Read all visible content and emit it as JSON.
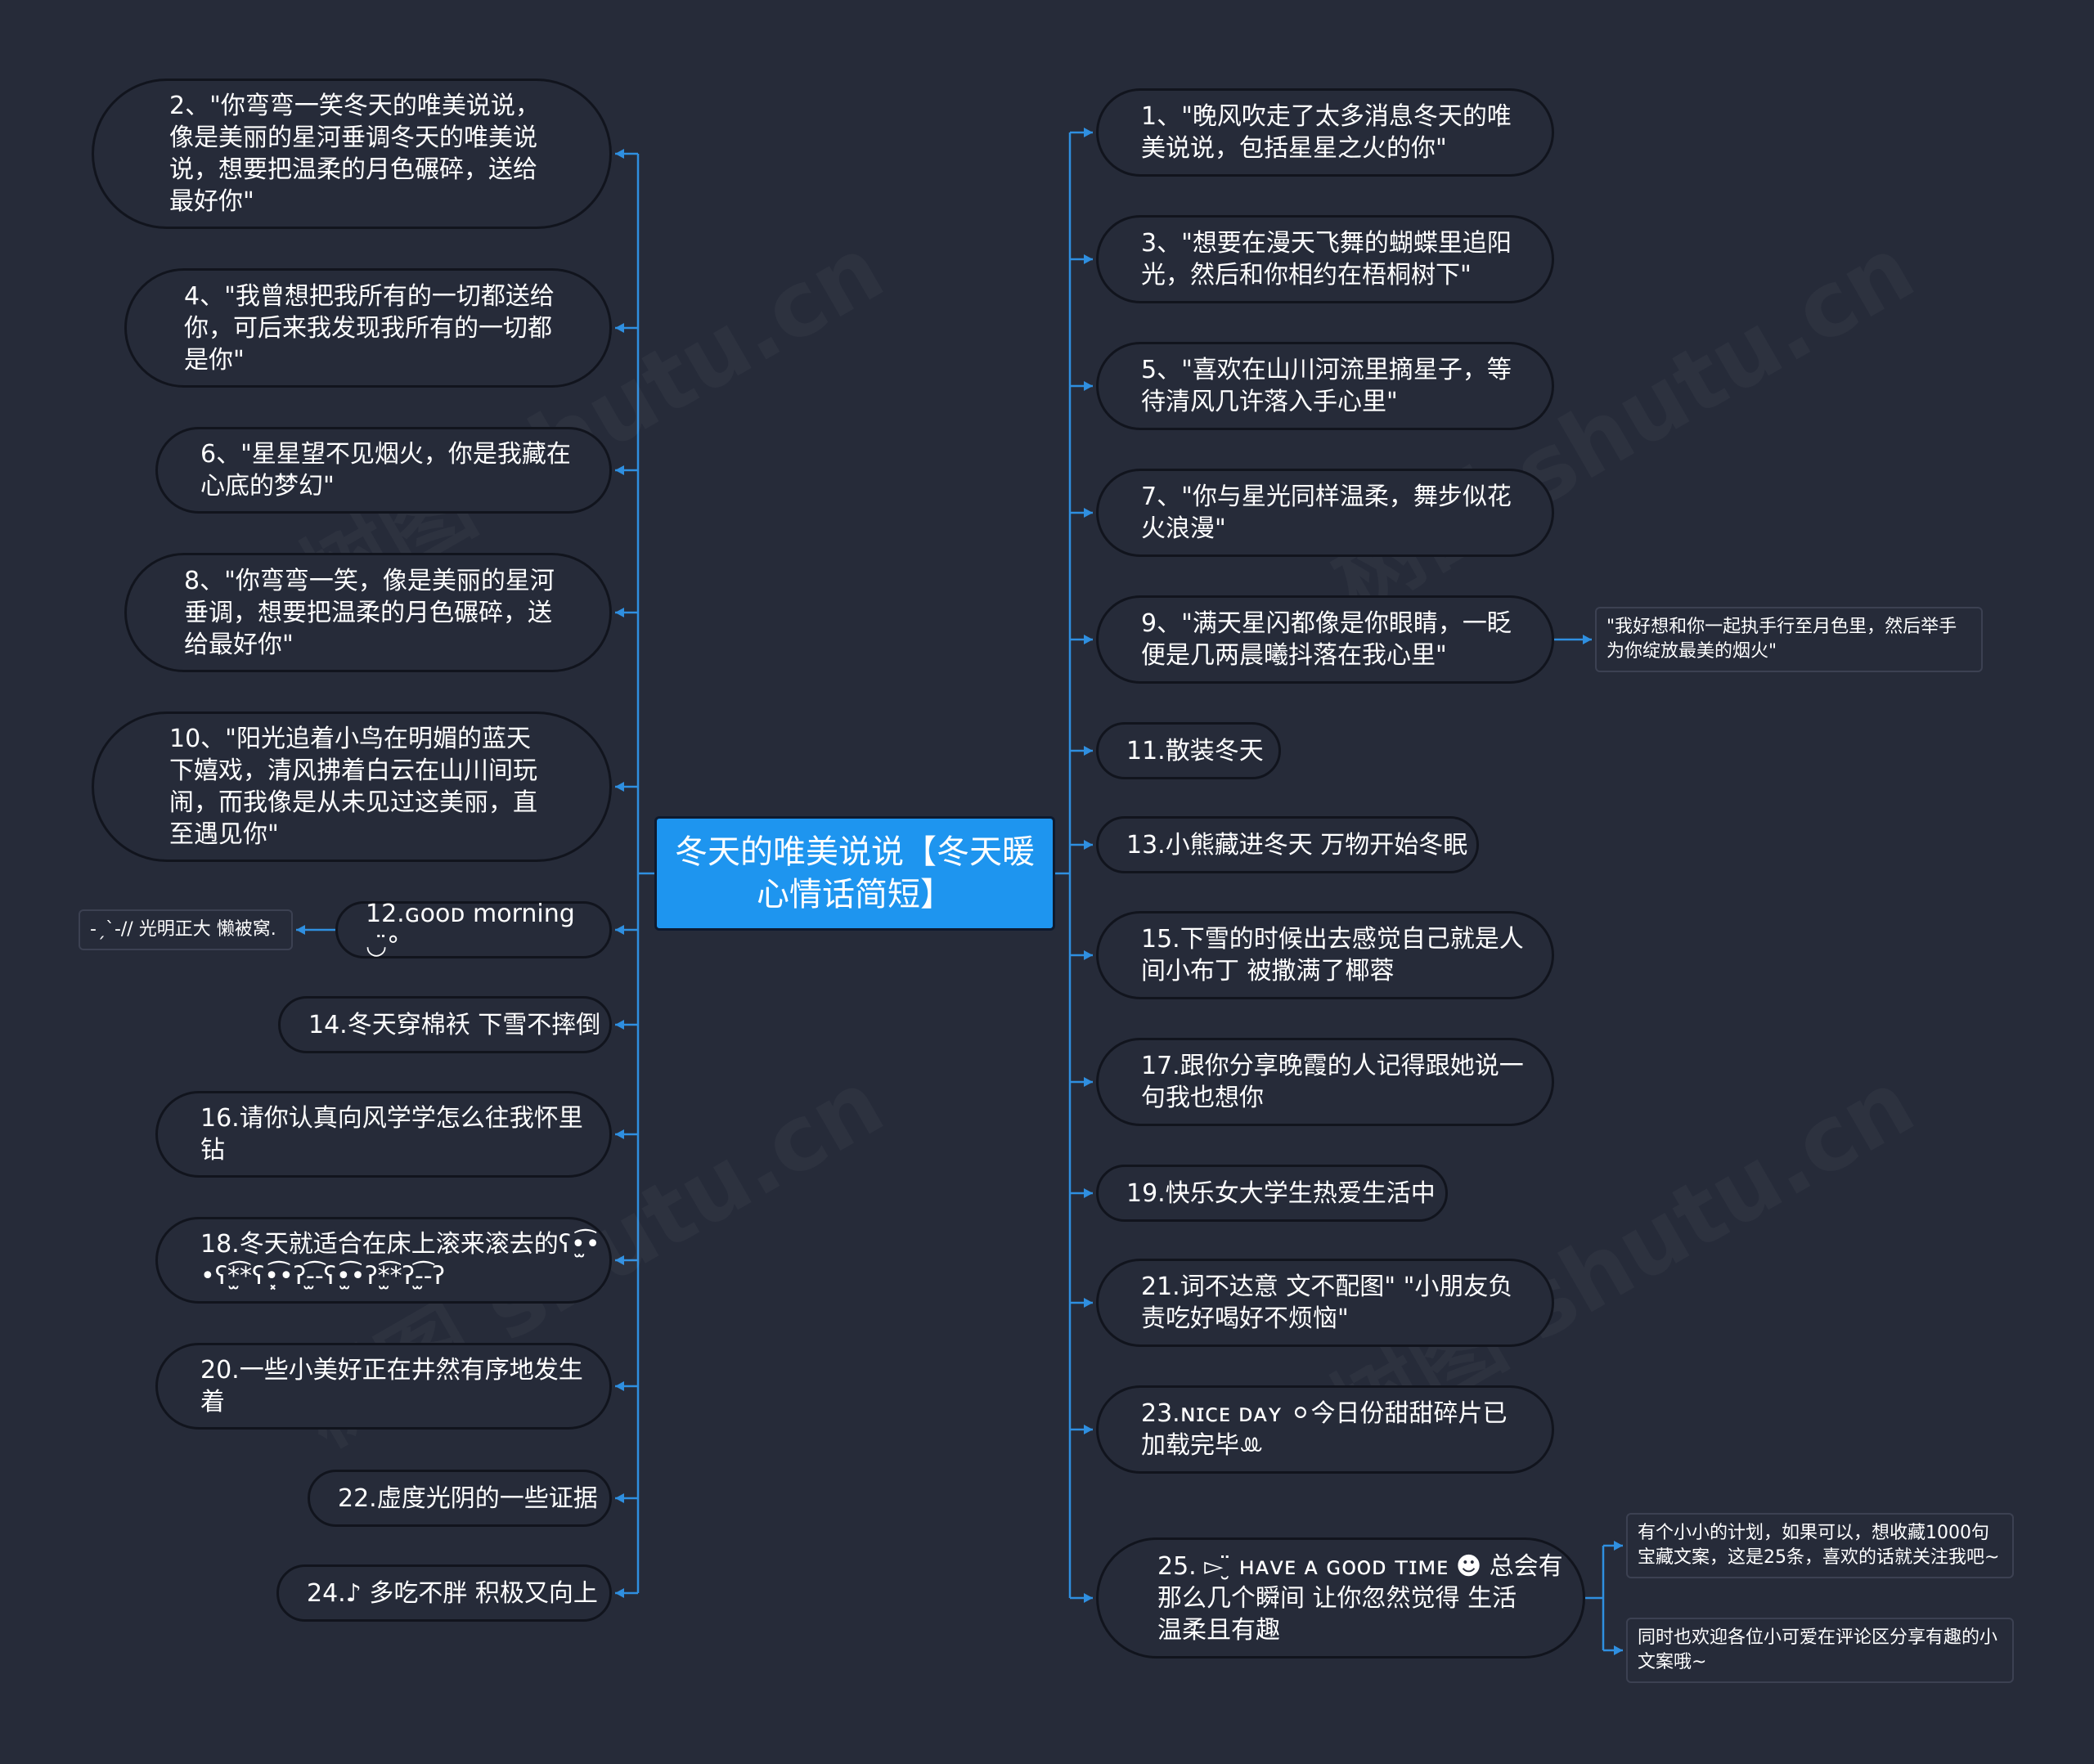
{
  "root": {
    "label": "冬天的唯美说说【冬天暖\n心情话简短】"
  },
  "accent_color": "#1e95ef",
  "line_color": "#2f8fe0",
  "left_nodes": [
    "2、\"你弯弯一笑冬天的唯美说说，\n像是美丽的星河垂调冬天的唯美说\n说，想要把温柔的月色碾碎，送给\n最好你\"",
    "4、\"我曾想把我所有的一切都送给\n你，可后来我发现我所有的一切都\n是你\"",
    "6、\"星星望不见烟火，你是我藏在\n心底的梦幻\"",
    "8、\"你弯弯一笑，像是美丽的星河\n垂调，想要把温柔的月色碾碎，送\n给最好你\"",
    "10、\"阳光追着小鸟在明媚的蓝天\n下嬉戏，清风拂着白云在山川间玩\n闹，而我像是从未见过这美丽，直\n至遇见你\"",
    "12.ɢᴏᴏᴅ morning ◡̈°",
    "14.冬天穿棉袄 下雪不摔倒",
    "16.请你认真向风学学怎么往我怀里\n钻",
    "18.冬天就适合在床上滚来滚去的ʕ•̫͡•\n•ʕ*̫͡*ʕ•͓͡•ʔ-̫͡-ʕ•̫͡•ʔ*̫͡*ʔ-̫͡-ʔ",
    "20.一些小美好正在井然有序地发生\n着",
    "22.虚度光阴的一些证据",
    "24.♪ 多吃不胖 积极又向上"
  ],
  "right_nodes": [
    "1、\"晚风吹走了太多消息冬天的唯\n美说说，包括星星之火的你\"",
    "3、\"想要在漫天飞舞的蝴蝶里追阳\n光，然后和你相约在梧桐树下\"",
    "5、\"喜欢在山川河流里摘星子，等\n待清风几许落入手心里\"",
    "7、\"你与星光同样温柔，舞步似花\n火浪漫\"",
    "9、\"满天星闪都像是你眼睛，一眨\n便是几两晨曦抖落在我心里\"",
    "11.散装冬天",
    "13.小熊藏进冬天 万物开始冬眠",
    "15.下雪的时候出去感觉自己就是人\n间小布丁 被撒满了椰蓉",
    "17.跟你分享晚霞的人记得跟她说一\n句我也想你",
    "19.快乐女大学生热爱生活中",
    "21.词不达意 文不配图\" \"小朋友负\n责吃好喝好不烦恼\"",
    "23.ɴɪᴄᴇ ᴅᴀʏ ⚪今日份甜甜碎片已\n加载完毕ꔛ",
    "25. ▻ ̮̈ ʜᴀᴠᴇ ᴀ ɢᴏᴏᴅ ᴛɪᴍᴇ ☻ 总会有\n那么几个瞬间 让你忽然觉得 生活\n温柔且有趣"
  ],
  "notes": {
    "left_12": "-ˏˋ-// 光明正大 懒被窝.",
    "right_9": "\"我好想和你一起执手行至月色里，然后举手\n为你绽放最美的烟火\"",
    "right_25_a": "有个小小的计划，如果可以，想收藏1000句\n宝藏文案，这是25条，喜欢的话就关注我吧~",
    "right_25_b": "同时也欢迎各位小可爱在评论区分享有趣的小\n文案哦~"
  },
  "watermark": "树图 shutu.cn"
}
